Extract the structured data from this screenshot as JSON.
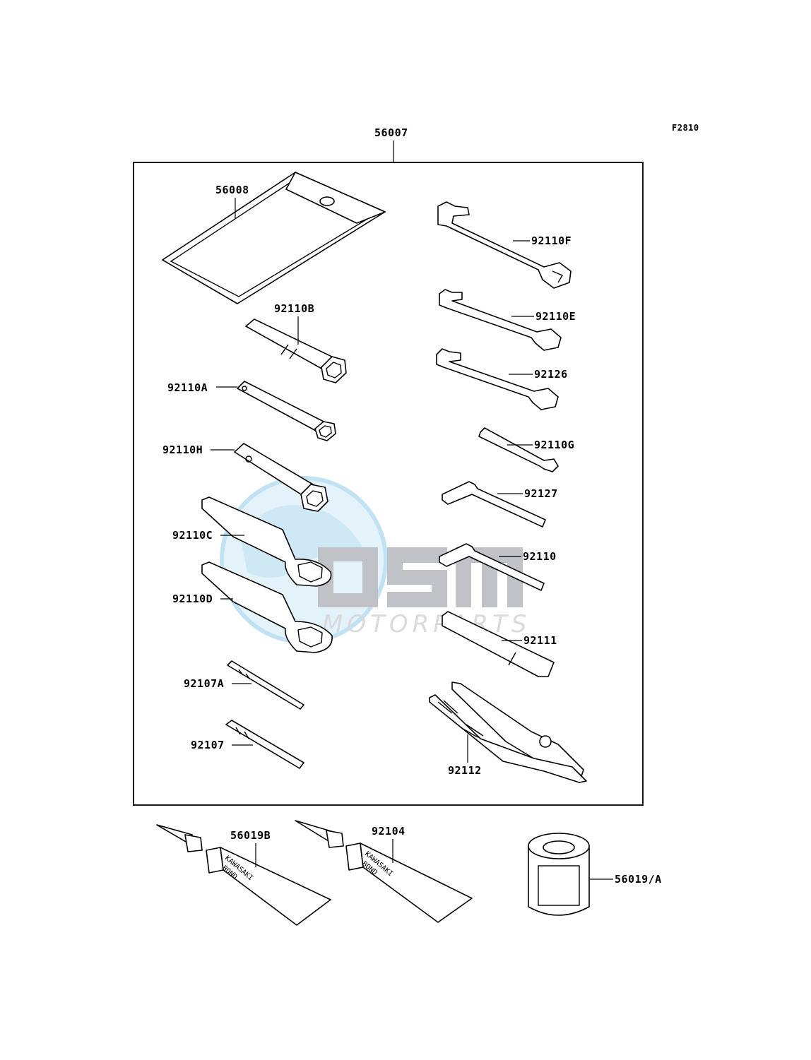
{
  "figure_code": "F2810",
  "kit_label": "56007",
  "parts": {
    "p56008": "56008",
    "p92110B": "92110B",
    "p92110A": "92110A",
    "p92110H": "92110H",
    "p92110C": "92110C",
    "p92110D": "92110D",
    "p92107A": "92107A",
    "p92107": "92107",
    "p92110F": "92110F",
    "p92110E": "92110E",
    "p92126": "92126",
    "p92110G": "92110G",
    "p92127": "92127",
    "p92110": "92110",
    "p92111": "92111",
    "p92112": "92112",
    "p56019B": "56019B",
    "p92104": "92104",
    "p56019A": "56019/A"
  },
  "tube_text": {
    "line1": "KAWASAKI",
    "line2": "BOND"
  },
  "watermark": {
    "brand": "OSM",
    "sub": "MOTORPARTS",
    "colors": {
      "globe": "#9fd3ee",
      "letters": "#8e929b"
    }
  }
}
